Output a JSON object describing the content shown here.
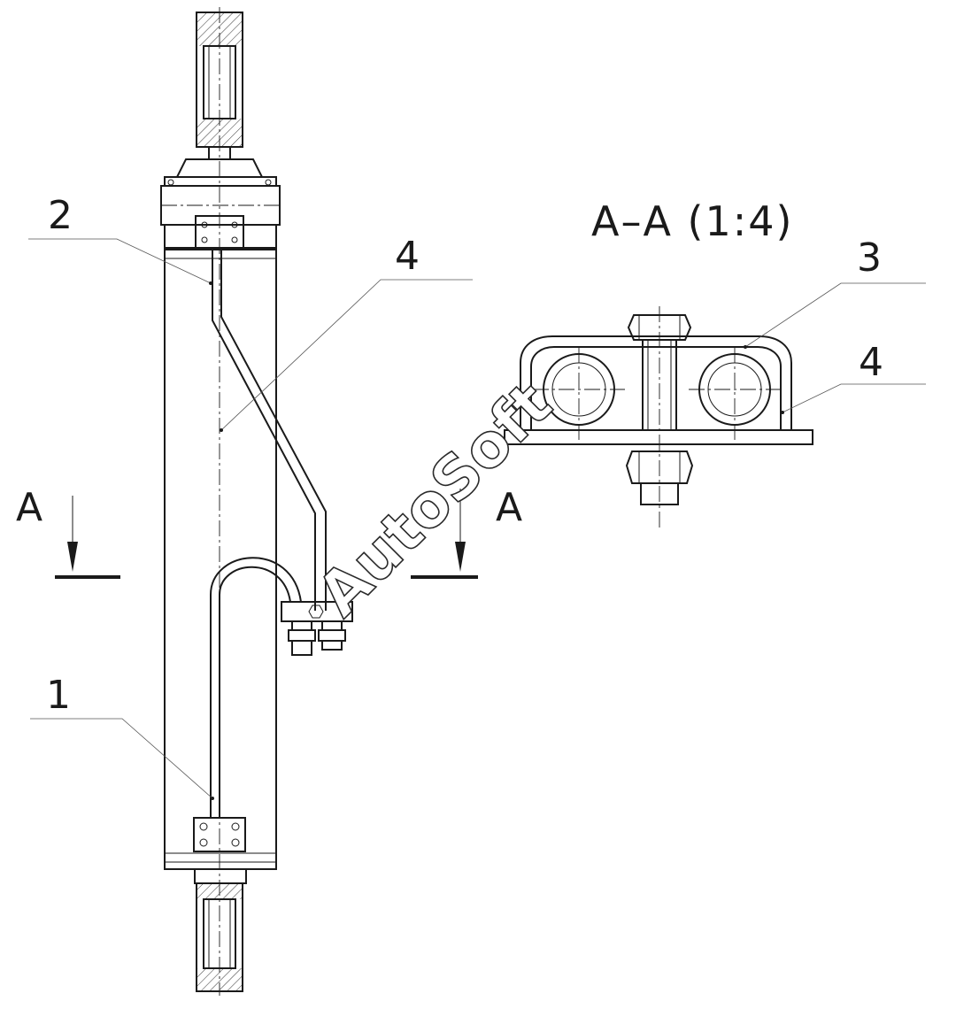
{
  "labels": {
    "callout_1": "1",
    "callout_2": "2",
    "callout_3": "3",
    "callout_4_main": "4",
    "callout_4_section": "4",
    "section_mark_left": "A",
    "section_mark_right": "A",
    "section_title": "A–A (1:4)"
  },
  "watermark": "AutoSoft"
}
